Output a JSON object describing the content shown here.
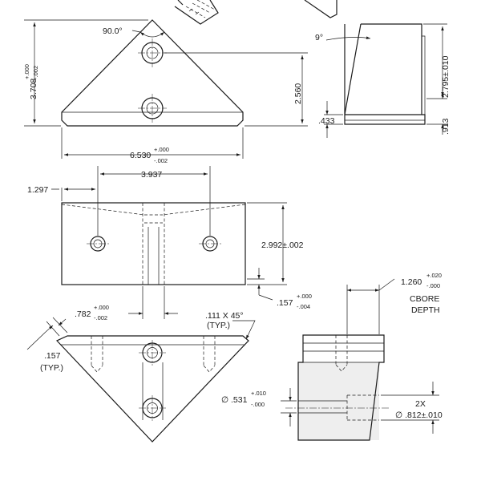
{
  "dimensions": {
    "angle_90": "90.0°",
    "height_main": "3.708",
    "height_plus": "+.000",
    "height_minus": "-.002",
    "hole_height": "2.560",
    "width_main": "6.530",
    "width_plus": "+.000",
    "width_minus": "-.002",
    "side_angle": "9°",
    "side_height": "2.795±.010",
    "side_base": ".433",
    "side_bottom": ".913",
    "hole_offset": "1.297",
    "hole_spacing": "3.937",
    "depth": "2.992±.002",
    "relief_main": ".157",
    "relief_plus": "+.000",
    "relief_minus": "-.004",
    "slot_main": ".782",
    "slot_plus": "+.000",
    "slot_minus": "-.002",
    "chamfer": ".111 X 45°",
    "chamfer_typ": "(TYP.)",
    "edge_main": ".157",
    "edge_typ": "(TYP.)",
    "cbore_depth_main": "1.260",
    "cbore_depth_plus": "+.020",
    "cbore_depth_minus": "-.000",
    "cbore_label_1": "CBORE",
    "cbore_label_2": "DEPTH",
    "hole_dia_symbol": "∅",
    "hole_dia_main": ".531",
    "hole_dia_plus": "+.010",
    "hole_dia_minus": "-.000",
    "cbore_qty": "2X",
    "cbore_dia": "∅ .812±.010"
  }
}
